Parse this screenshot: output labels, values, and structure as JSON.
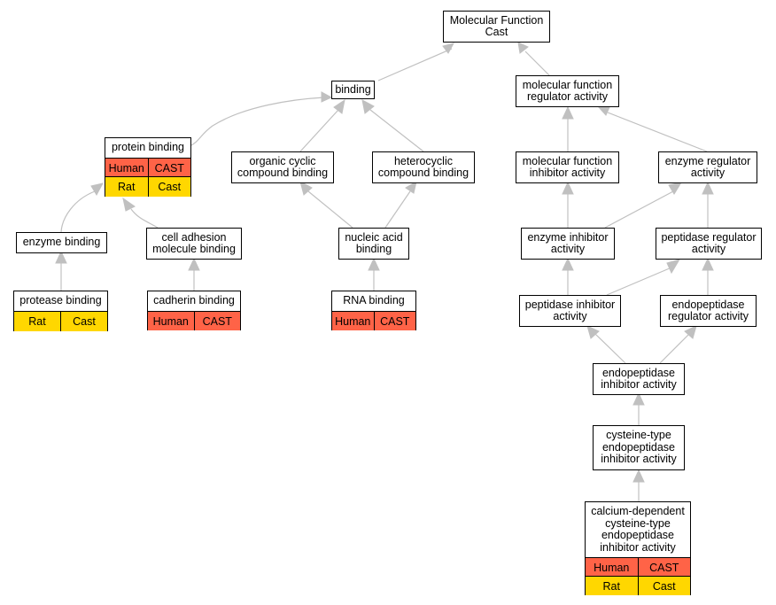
{
  "colors": {
    "edge": "#c0c0c0",
    "human_cast": "#ff6347",
    "rat_cast": "#ffd700"
  },
  "nodes": {
    "root": "Molecular Function\nCast",
    "binding": "binding",
    "mf_regulator": "molecular function\nregulator activity",
    "protein_binding": "protein binding",
    "organic_cyclic": "organic cyclic\ncompound binding",
    "heterocyclic": "heterocyclic\ncompound binding",
    "mf_inhibitor": "molecular function\ninhibitor activity",
    "enzyme_regulator": "enzyme regulator\nactivity",
    "enzyme_binding": "enzyme binding",
    "cell_adhesion": "cell adhesion\nmolecule binding",
    "nucleic_acid": "nucleic acid\nbinding",
    "enzyme_inhibitor": "enzyme inhibitor\nactivity",
    "peptidase_regulator": "peptidase regulator\nactivity",
    "protease_binding": "protease binding",
    "cadherin_binding": "cadherin binding",
    "rna_binding": "RNA binding",
    "peptidase_inhibitor": "peptidase inhibitor\nactivity",
    "endopeptidase_regulator": "endopeptidase\nregulator activity",
    "endopeptidase_inhibitor": "endopeptidase\ninhibitor activity",
    "cysteine_inhibitor": "cysteine-type\nendopeptidase\ninhibitor activity",
    "calcium_inhibitor": "calcium-dependent\ncysteine-type\nendopeptidase\ninhibitor activity"
  },
  "annotations": {
    "protein_binding": [
      [
        "Human",
        "CAST"
      ],
      [
        "Rat",
        "Cast"
      ]
    ],
    "protease_binding": [
      [
        "Rat",
        "Cast"
      ]
    ],
    "cadherin_binding": [
      [
        "Human",
        "CAST"
      ]
    ],
    "rna_binding": [
      [
        "Human",
        "CAST"
      ]
    ],
    "calcium_inhibitor": [
      [
        "Human",
        "CAST"
      ],
      [
        "Rat",
        "Cast"
      ]
    ]
  }
}
